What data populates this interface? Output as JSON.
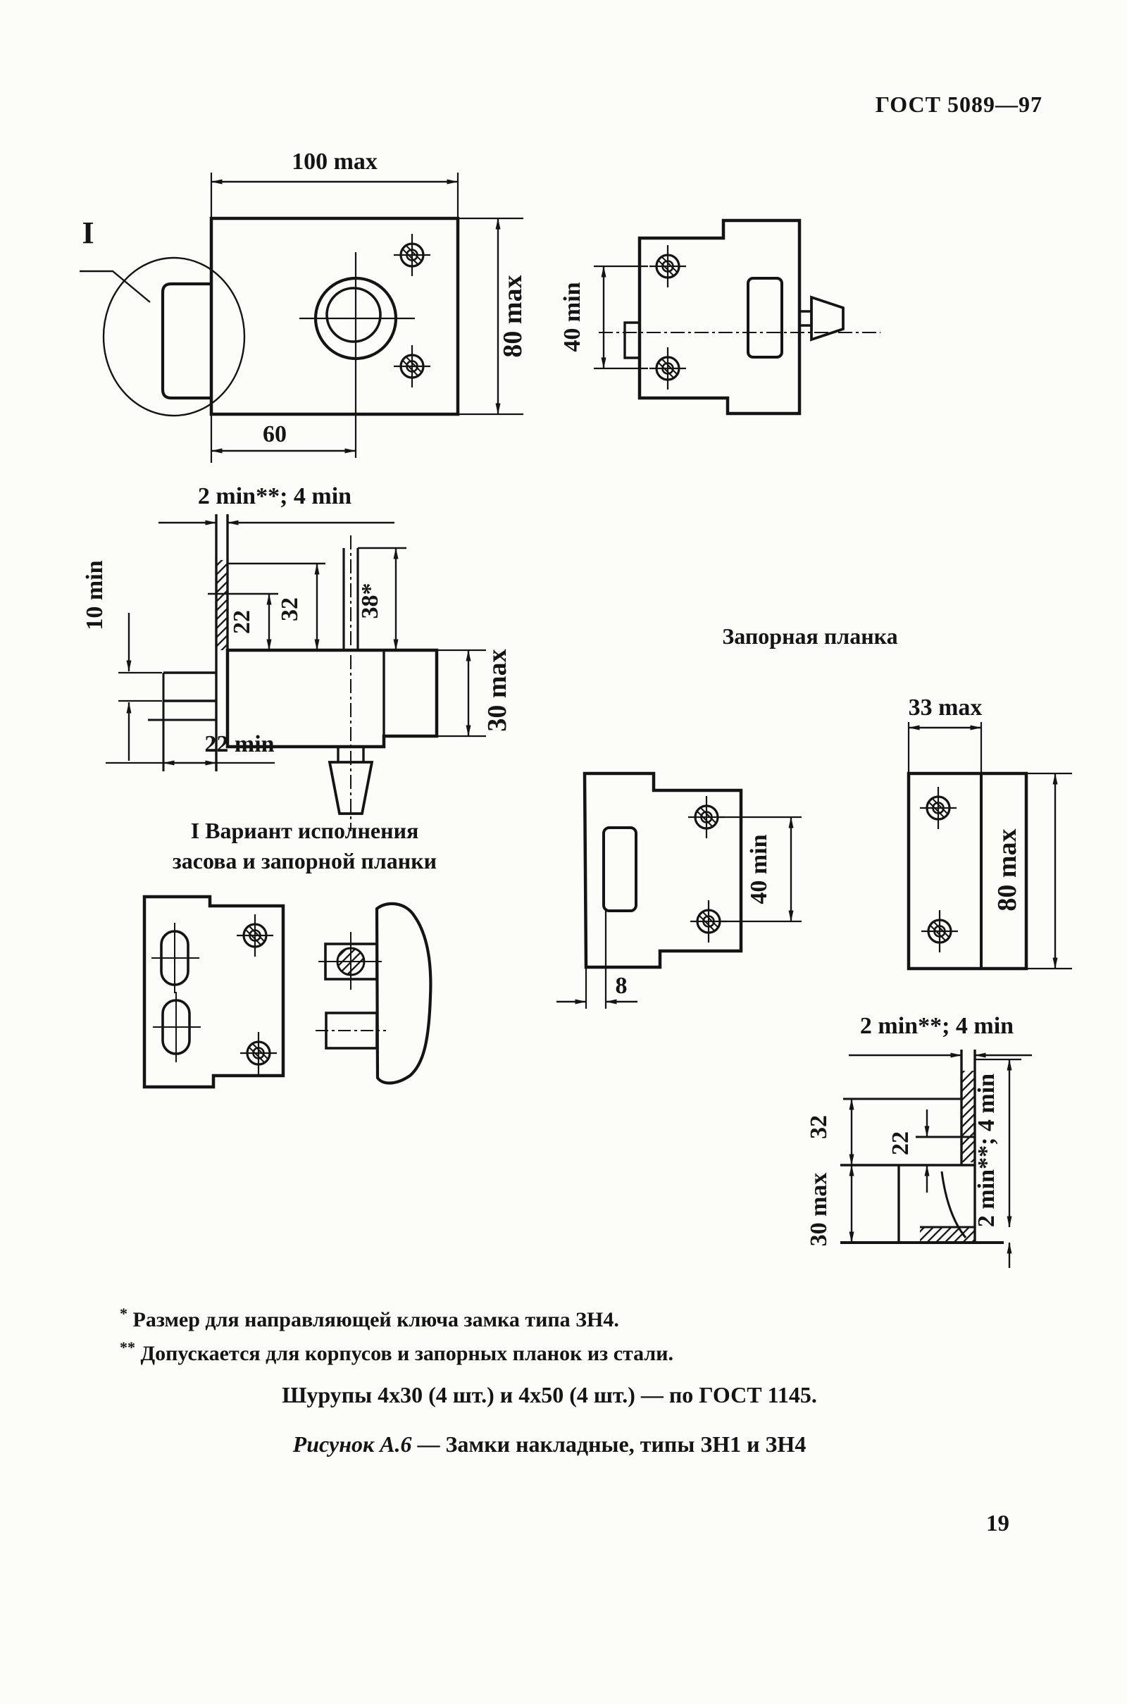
{
  "page": {
    "header": "ГОСТ 5089—97",
    "page_number": "19"
  },
  "figures": {
    "lock_front": {
      "detail_label": "I",
      "dim_width": "100 max",
      "dim_height": "80 max",
      "dim_center": "60"
    },
    "lock_rear": {
      "dim_screws": "40 min"
    },
    "lock_section": {
      "dim_clearance": "2 min**; 4 min",
      "dim_bolt_height": "10 min",
      "dim_22": "22",
      "dim_32": "32",
      "dim_38": "38*",
      "dim_case": "30 max",
      "dim_throw": "22 min"
    },
    "strike_plate": {
      "title": "Запорная планка",
      "dim_screws": "40 min",
      "dim_offset": "8",
      "dim_width": "33 max",
      "dim_height": "80 max"
    },
    "variant": {
      "title_line1": "I Вариант исполнения",
      "title_line2": "засова и запорной планки"
    },
    "detail": {
      "dim_clearance": "2 min**; 4 min",
      "dim_32": "32",
      "dim_22": "22",
      "dim_case": "30 max",
      "dim_clearance_v": "2 min**; 4 min"
    }
  },
  "notes": {
    "footnote1_marker": "*",
    "footnote1_text": " Размер для направляющей ключа замка типа ЗН4.",
    "footnote2_marker": "**",
    "footnote2_text": " Допускается для корпусов и запорных планок из стали.",
    "screws_line": "Шурупы 4х30 (4 шт.) и 4х50 (4 шт.) — по ГОСТ 1145.",
    "caption_label": "Рисунок А.6",
    "caption_separator": " — ",
    "caption_text": "Замки накладные, типы ЗН1 и ЗН4"
  }
}
